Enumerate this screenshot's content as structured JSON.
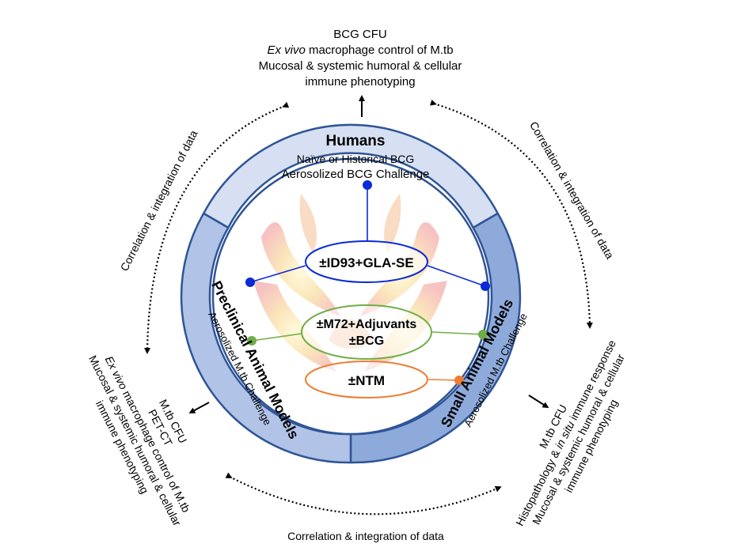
{
  "top_outcomes": {
    "line1": "BCG CFU",
    "line2_italic": "Ex vivo",
    "line2_rest": " macrophage control of M.tb",
    "line3": "Mucosal & systemic humoral & cellular",
    "line4": "immune phenotyping"
  },
  "humans": {
    "title": "Humans",
    "line1": "Naïve or Historical BCG",
    "line2": "Aerosolized BCG Challenge"
  },
  "preclinical": {
    "title": "Preclinical Animal Models",
    "subtitle": "Aerosolized M.tb Challenge"
  },
  "small_animal": {
    "title": "Small Animal Models",
    "subtitle": "Aerosolized M.tb Challenge"
  },
  "interventions": {
    "blue": "±ID93+GLA-SE",
    "green_line1": "±M72+Adjuvants",
    "green_line2": "±BCG",
    "orange": "±NTM"
  },
  "left_outcomes": {
    "line1": "M.tb CFU",
    "line2": "PET-CT",
    "line3_italic": "Ex vivo",
    "line3_rest": " macrophage control of M.tb",
    "line4": "Mucosal & systemic humoral & cellular",
    "line5": "immune phenotyping"
  },
  "right_outcomes": {
    "line1": "M.tb CFU",
    "line2_a": "Histopathology & ",
    "line2_italic": "in situ",
    "line2_b": " immune response",
    "line3": "Mucosal & systemic humoral & cellular",
    "line4": "immune phenotyping"
  },
  "correlation": {
    "left": "Correlation & integration of data",
    "right": "Correlation & integration of data",
    "bottom": "Correlation & integration of data"
  },
  "colors": {
    "humans_fill": "#d6e0f2",
    "preclinical_fill": "#b1c3e6",
    "small_fill": "#8eaadb",
    "ring_stroke": "#2f5597",
    "blue": "#0a2bd6",
    "green": "#70ad47",
    "orange": "#ed7d31"
  }
}
